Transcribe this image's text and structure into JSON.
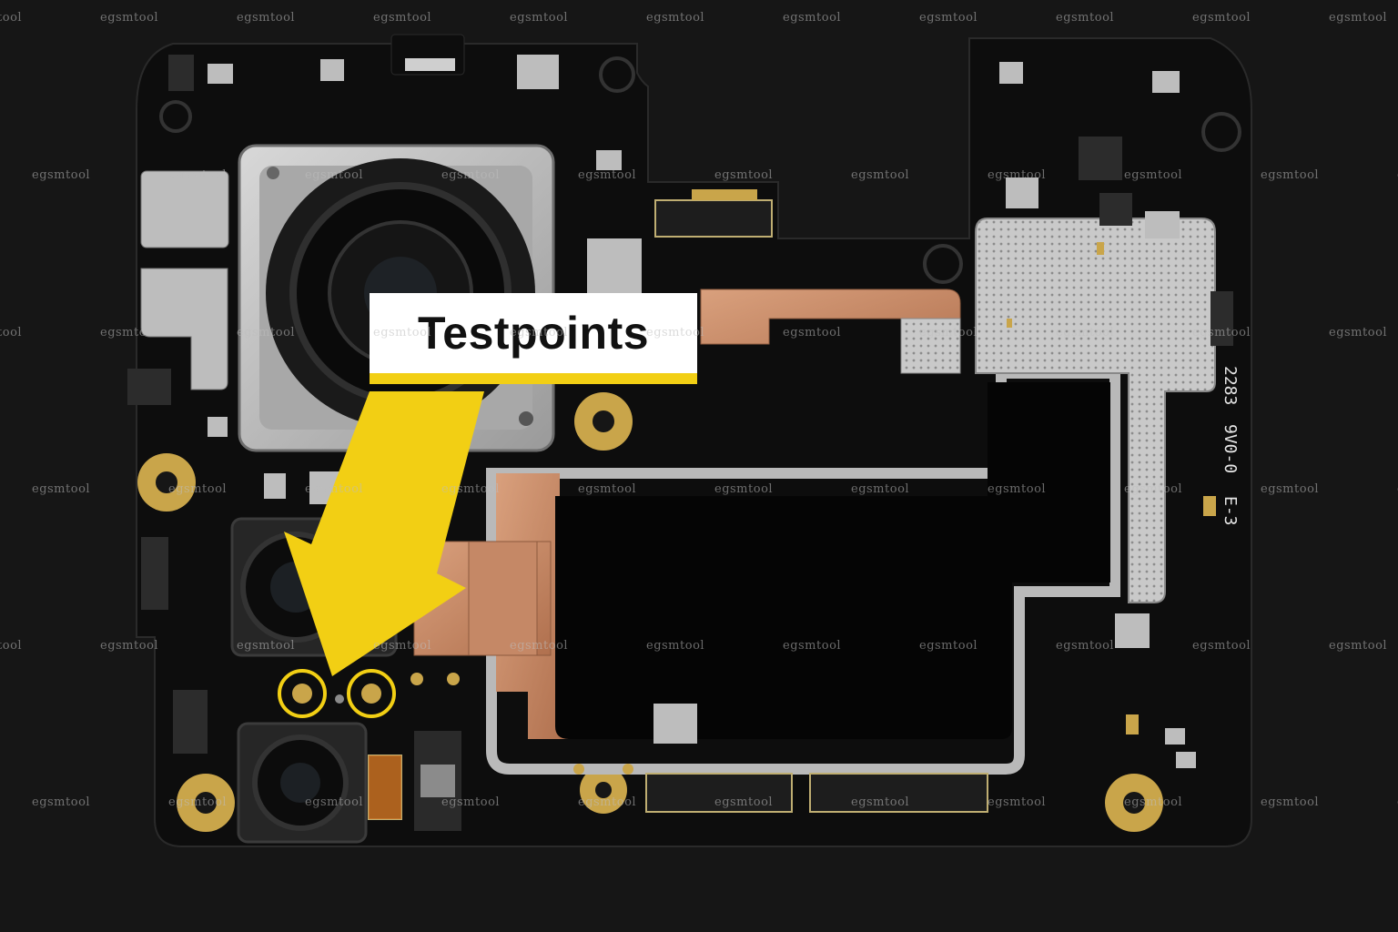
{
  "callout": {
    "label": "Testpoints"
  },
  "board_marking": {
    "line1": "2283",
    "line2": "9V0-0",
    "line3": "E-3"
  },
  "watermark": {
    "text": "egsmtool"
  },
  "colors": {
    "background": "#161616",
    "board": "#0d0d0d",
    "arrow": "#f2cf14",
    "testpoint_ring": "#f2cf14",
    "pad_gold": "#c9a54a",
    "shield": "#b9b9b9",
    "copper": "#c98a66"
  },
  "icons": {
    "arrow": "yellow-arrow-icon",
    "testpoint": "testpoint-ring-icon"
  }
}
